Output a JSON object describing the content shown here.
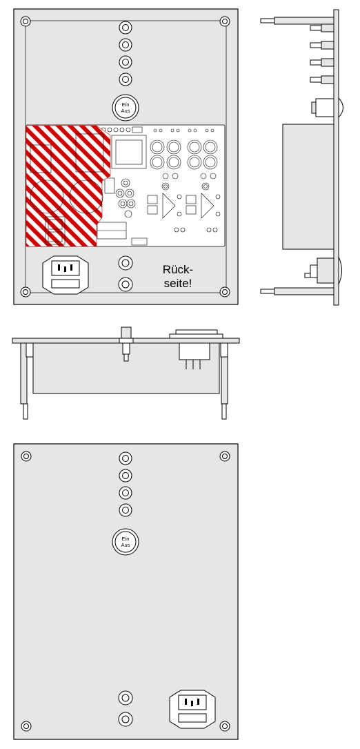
{
  "front_view": {
    "switch_label_on": "Ein",
    "switch_label_off": "Aus",
    "note_line1": "Rück-",
    "note_line2": "seite!"
  },
  "outer_view": {
    "switch_label_on": "Ein",
    "switch_label_off": "Aus"
  },
  "colors": {
    "panel": "#e6e6e6",
    "outline": "#000000",
    "hatch": "#d10000",
    "board": "#ffffff"
  }
}
